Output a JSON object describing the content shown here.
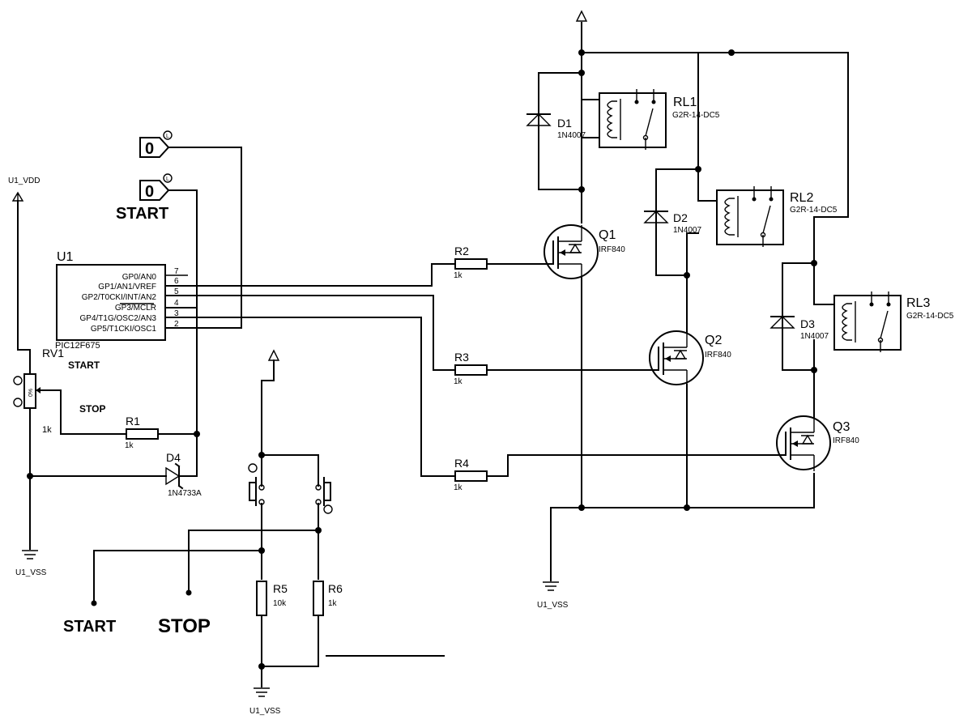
{
  "power": {
    "vdd_label": "U1_VDD",
    "vss_label": "U1_VSS"
  },
  "mcu": {
    "ref": "U1",
    "part": "PIC12F675",
    "pins": [
      {
        "name": "GP0/AN0",
        "num": "7"
      },
      {
        "name": "GP1/AN1/VREF",
        "num": "6"
      },
      {
        "name": "GP2/T0CKI/INT/AN2",
        "num": "5"
      },
      {
        "name": "GP3/MCLR",
        "num": "4"
      },
      {
        "name": "GP4/T1G/OSC2/AN3",
        "num": "3"
      },
      {
        "name": "GP5/T1CKI/OSC1",
        "num": "2"
      }
    ]
  },
  "logic_probes": [
    {
      "value": "0"
    },
    {
      "value": "0",
      "caption": "START"
    }
  ],
  "pot": {
    "ref": "RV1",
    "value": "1k",
    "percent": "0%"
  },
  "pin_notes": {
    "start": "START",
    "stop": "STOP"
  },
  "resistors": {
    "R1": {
      "ref": "R1",
      "value": "1k"
    },
    "R2": {
      "ref": "R2",
      "value": "1k"
    },
    "R3": {
      "ref": "R3",
      "value": "1k"
    },
    "R4": {
      "ref": "R4",
      "value": "1k"
    },
    "R5": {
      "ref": "R5",
      "value": "10k"
    },
    "R6": {
      "ref": "R6",
      "value": "1k"
    }
  },
  "zener": {
    "ref": "D4",
    "part": "1N4733A"
  },
  "diodes": [
    {
      "ref": "D1",
      "part": "1N4007"
    },
    {
      "ref": "D2",
      "part": "1N4007"
    },
    {
      "ref": "D3",
      "part": "1N4007"
    }
  ],
  "relays": [
    {
      "ref": "RL1",
      "part": "G2R-14-DC5"
    },
    {
      "ref": "RL2",
      "part": "G2R-14-DC5"
    },
    {
      "ref": "RL3",
      "part": "G2R-14-DC5"
    }
  ],
  "mosfets": [
    {
      "ref": "Q1",
      "part": "IRF840"
    },
    {
      "ref": "Q2",
      "part": "IRF840"
    },
    {
      "ref": "Q3",
      "part": "IRF840"
    }
  ],
  "buttons": {
    "start_label": "START",
    "stop_label": "STOP"
  }
}
